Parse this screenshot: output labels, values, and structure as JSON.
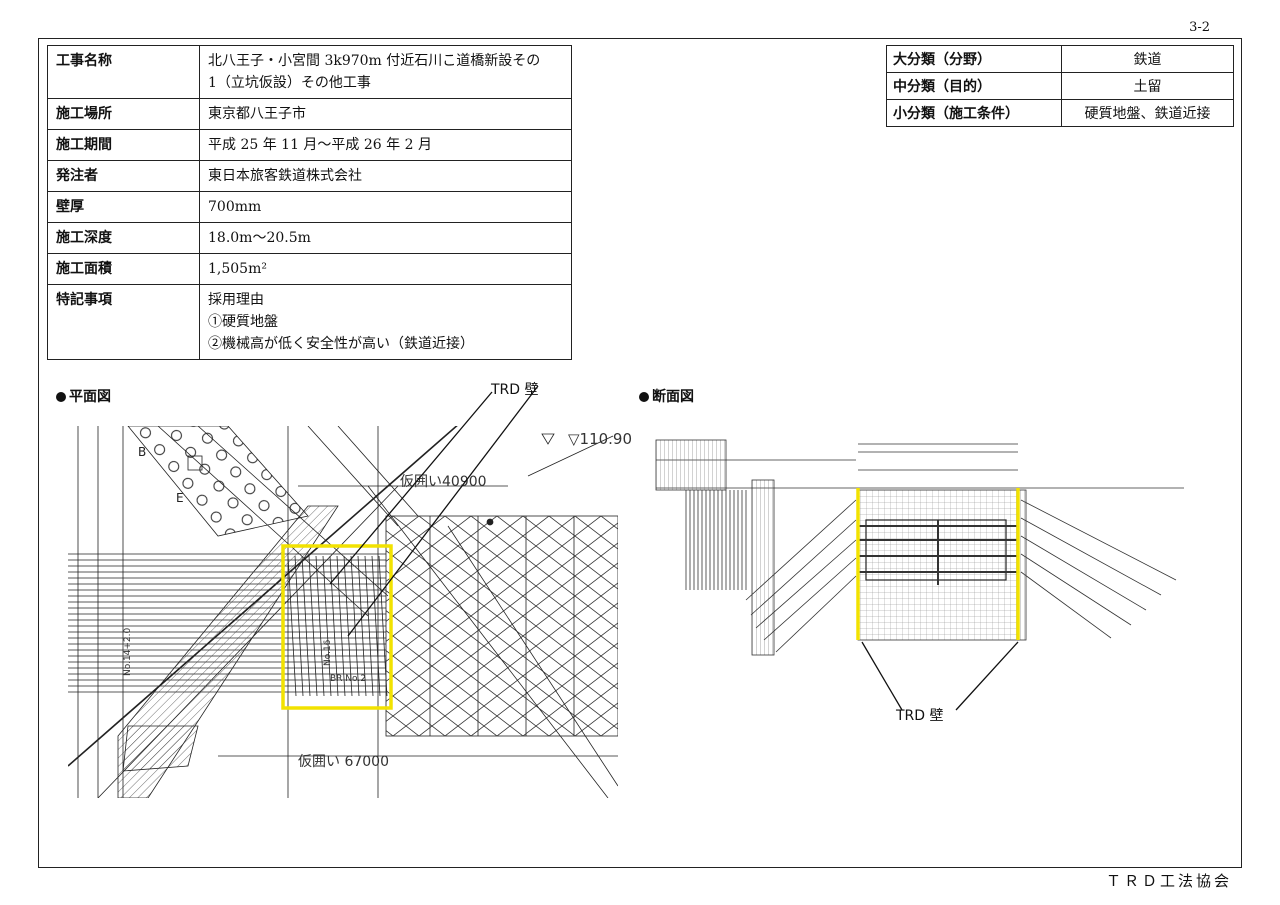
{
  "page_number": "3-2",
  "footer": "ＴＲＤ工法協会",
  "project_info": [
    {
      "label": "工事名称",
      "lines": [
        "北八王子・小宮間 3k970m 付近石川こ道橋新設その",
        "1（立坑仮設）その他工事"
      ]
    },
    {
      "label": "施工場所",
      "lines": [
        "東京都八王子市"
      ]
    },
    {
      "label": "施工期間",
      "lines": [
        "平成 25 年 11 月～平成 26 年 2 月"
      ]
    },
    {
      "label": "発注者",
      "lines": [
        "東日本旅客鉄道株式会社"
      ]
    },
    {
      "label": "壁厚",
      "lines": [
        "700mm"
      ]
    },
    {
      "label": "施工深度",
      "lines": [
        "18.0m～20.5m"
      ]
    },
    {
      "label": "施工面積",
      "lines": [
        "1,505m²"
      ]
    },
    {
      "label": "特記事項",
      "lines": [
        "採用理由",
        "①硬質地盤",
        "②機械高が低く安全性が高い（鉄道近接）"
      ]
    }
  ],
  "classification": [
    {
      "label": "大分類（分野）",
      "value": "鉄道"
    },
    {
      "label": "中分類（目的）",
      "value": "土留"
    },
    {
      "label": "小分類（施工条件）",
      "value": "硬質地盤、鉄道近接"
    }
  ],
  "plan": {
    "caption": "平面図",
    "callout": "TRD 壁",
    "labels": {
      "elev": "▽110.90",
      "kakoi1": "仮囲い40900",
      "kakoi2": "仮囲い 67000",
      "pt_b": "B",
      "pt_e": "E",
      "small1": "No.14+2.0",
      "small2": "No.16",
      "small3": "BR No.2"
    }
  },
  "section": {
    "caption": "断面図",
    "callout": "TRD 壁"
  },
  "colors": {
    "highlight": "#f2e200",
    "line": "#222222"
  }
}
